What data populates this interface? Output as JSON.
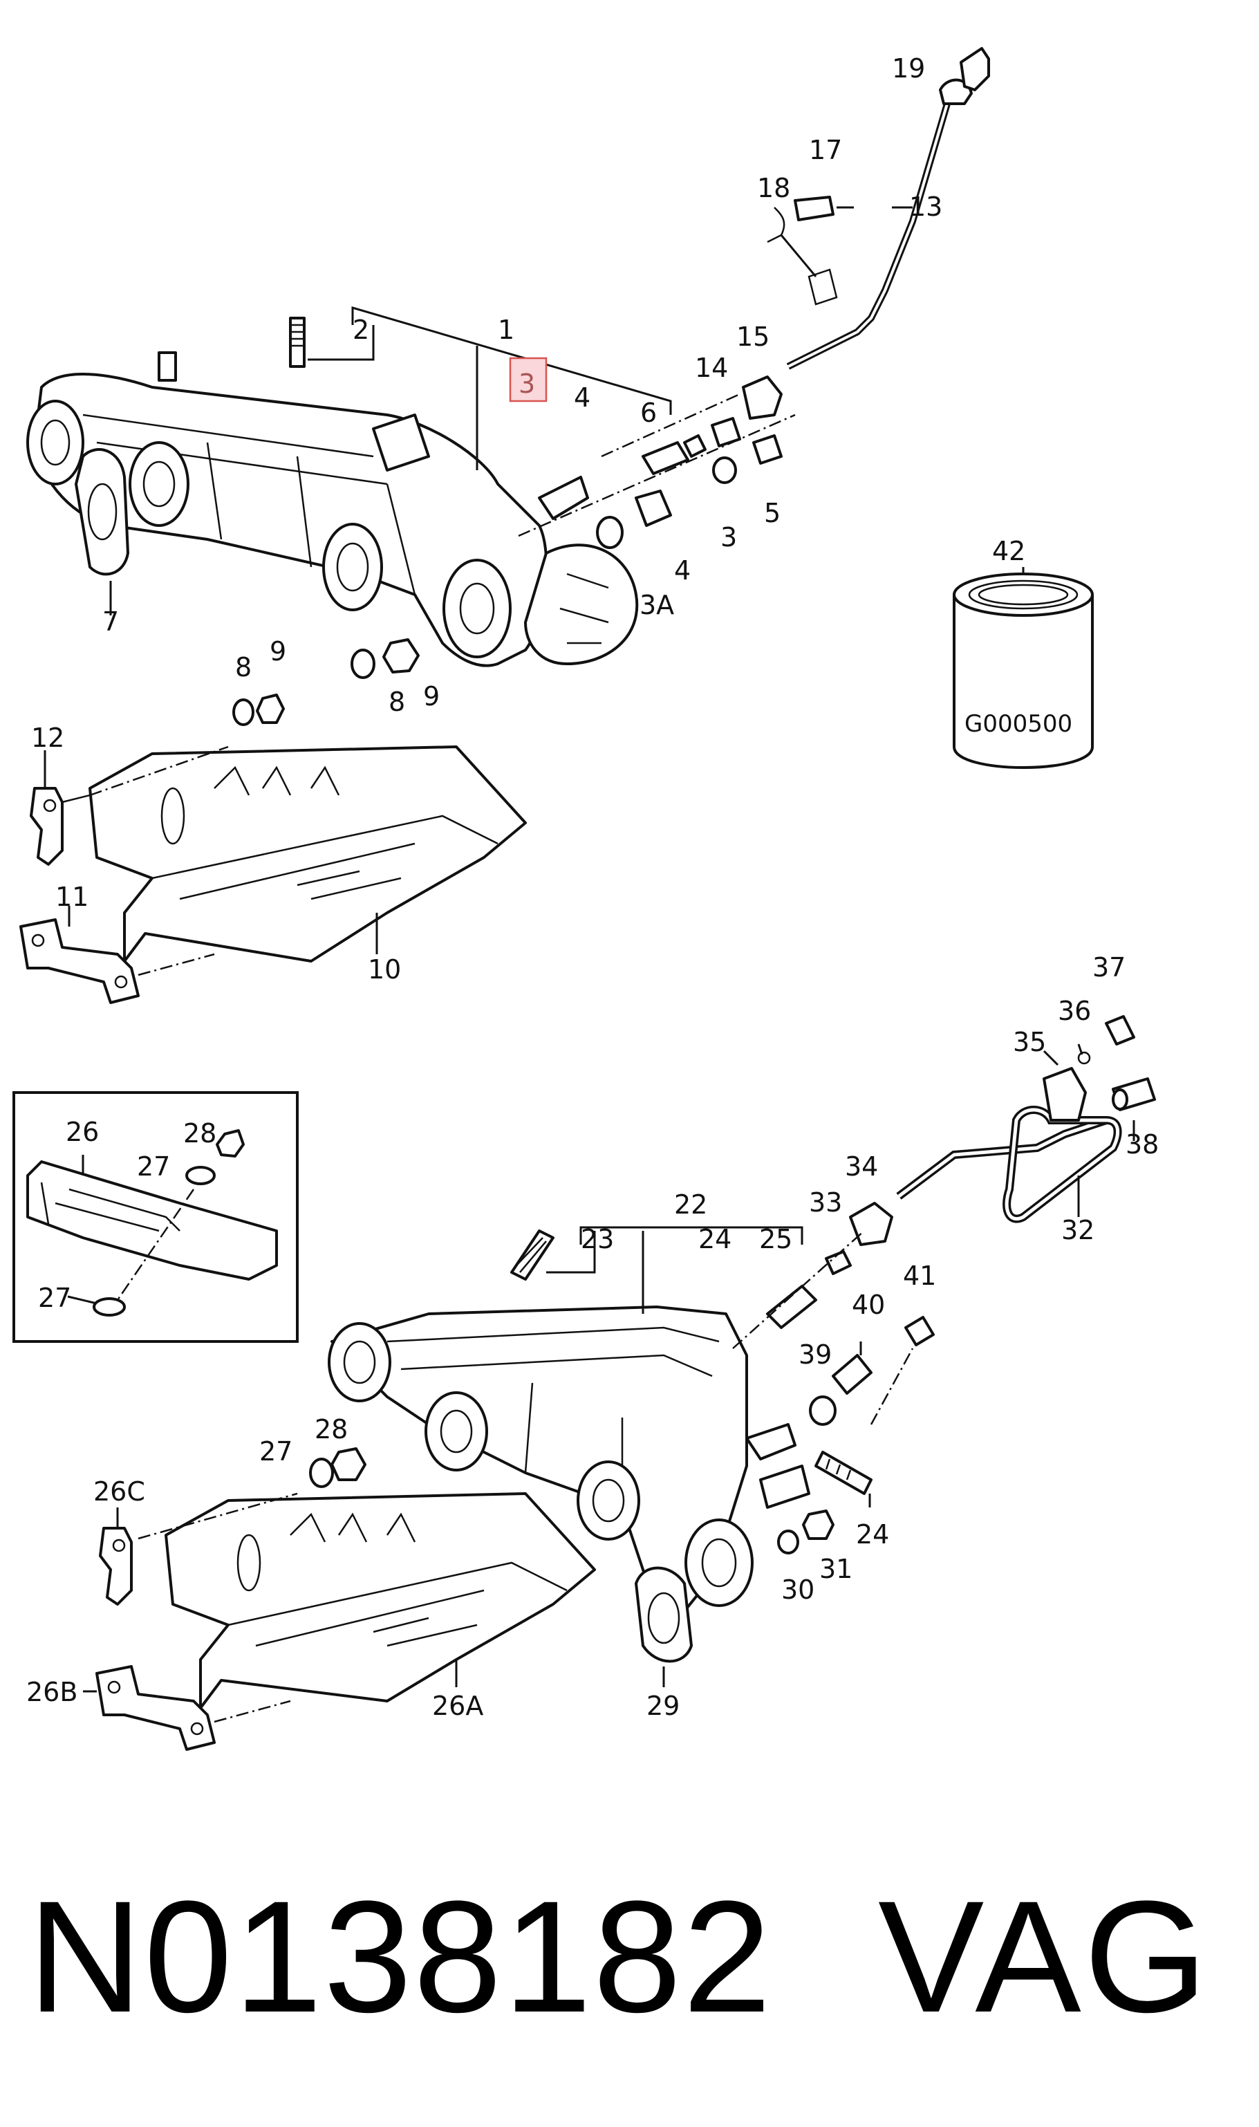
{
  "labels": {
    "l1": "1",
    "l2": "2",
    "l3": "3",
    "l4a": "4",
    "l4b": "4",
    "l5": "5",
    "l6": "6",
    "l7": "7",
    "l8a": "8",
    "l8b": "8",
    "l9a": "9",
    "l9b": "9",
    "l10": "10",
    "l11": "11",
    "l12": "12",
    "l13": "13",
    "l14": "14",
    "l15": "15",
    "l17": "17",
    "l18": "18",
    "l19": "19",
    "l3b": "3",
    "l3A": "3A",
    "l42": "42",
    "l22": "22",
    "l23": "23",
    "l24a": "24",
    "l24b": "24",
    "l25": "25",
    "l26": "26",
    "l26A": "26A",
    "l26B": "26B",
    "l26C": "26C",
    "l27a": "27",
    "l27b": "27",
    "l27c": "27",
    "l28a": "28",
    "l28b": "28",
    "l29": "29",
    "l30": "30",
    "l31": "31",
    "l32": "32",
    "l33": "33",
    "l34": "34",
    "l35": "35",
    "l36": "36",
    "l37": "37",
    "l38": "38",
    "l39": "39",
    "l40": "40",
    "l41": "41"
  },
  "filter_label": "G000500",
  "highlight_color": "#d9534f",
  "footer": {
    "part_number": "N0138182",
    "brand": "VAG"
  }
}
